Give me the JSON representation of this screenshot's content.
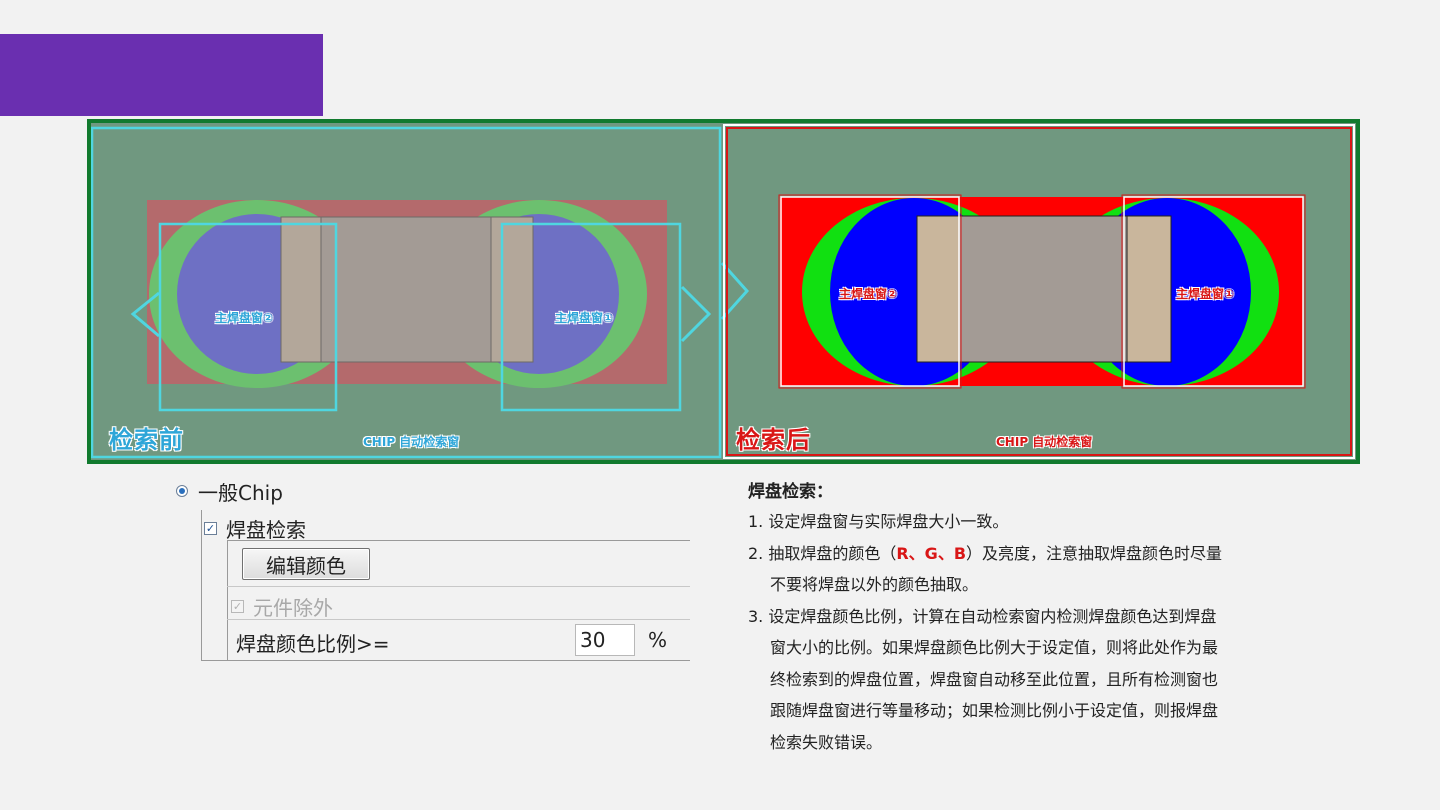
{
  "screen": {
    "before_caption": "检索前",
    "after_caption": "检索后",
    "before_window_label": "CHIP 自动检索窗",
    "after_window_label": "CHIP 自动检索窗",
    "before_pad_left_label": "主焊盘窗②",
    "before_pad_right_label": "主焊盘窗①",
    "after_pad_left_label": "主焊盘窗②",
    "after_pad_right_label": "主焊盘窗①"
  },
  "settings": {
    "radio_label": "一般Chip",
    "pad_search_label": "焊盘检索",
    "edit_color_button": "编辑颜色",
    "exclude_component_label": "元件除外",
    "ratio_label": "焊盘颜色比例>=",
    "ratio_value": "30",
    "ratio_unit": "%"
  },
  "notes": {
    "title": "焊盘检索：",
    "n1": "1. 设定焊盘窗与实际焊盘大小一致。",
    "n2_pre": "2. 抽取焊盘的颜色（",
    "n2_rgb": "R、G、B",
    "n2_post": "）及亮度，注意抽取焊盘颜色时尽量",
    "n2_cont": "不要将焊盘以外的颜色抽取。",
    "n3_l1": "3. 设定焊盘颜色比例，计算在自动检索窗内检测焊盘颜色达到焊盘",
    "n3_l2": "窗大小的比例。如果焊盘颜色比例大于设定值，则将此处作为最",
    "n3_l3": "终检索到的焊盘位置，焊盘窗自动移至此位置，且所有检测窗也",
    "n3_l4": "跟随焊盘窗进行等量移动；如果检测比例小于设定值，则报焊盘",
    "n3_l5": "检索失败错误。"
  },
  "colors": {
    "title_bar": "#6a2fb0",
    "pcb_bg": "#709880",
    "frame_border": "#117a2e",
    "cyan_window": "#4fd6e0",
    "red_text": "#d91616"
  }
}
